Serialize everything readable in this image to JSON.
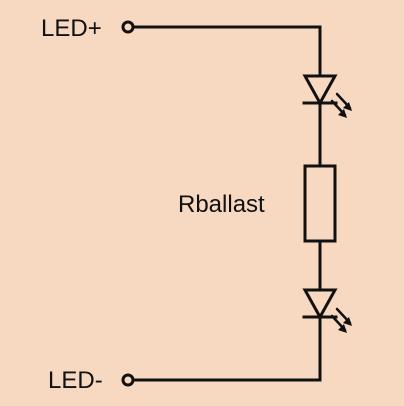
{
  "diagram": {
    "labels": {
      "top_terminal": "LED+",
      "bottom_terminal": "LED-",
      "resistor": "Rballast"
    },
    "colors": {
      "background": "#f7d9c1",
      "line": "#111111"
    },
    "icons": {
      "led_upper": "led-icon",
      "led_lower": "led-icon",
      "resistor": "resistor-icon"
    }
  }
}
